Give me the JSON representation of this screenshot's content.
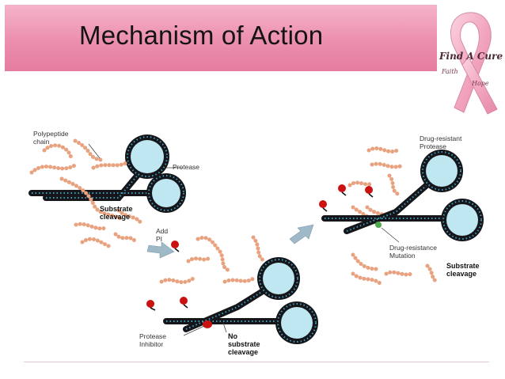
{
  "slide": {
    "title": "Mechanism of Action",
    "logo": {
      "name": "find-a-cure-ribbon-logo",
      "text_main": "Find A Cure",
      "text_left": "Faith",
      "text_right": "Hope",
      "ribbon_color": "#f2a7c0"
    },
    "title_bar_color": "#ec8fae"
  },
  "diagram": {
    "labels": {
      "polypeptide": "Polypeptide\nchain",
      "protease": "Protease",
      "substrate_cleavage_1": "Substrate\ncleavage",
      "add_pi": "Add\nPI",
      "protease_inhibitor": "Protease\nInhibitor",
      "no_substrate_cleavage": "No\nsubstrate\ncleavage",
      "drug_resistant_protease": "Drug-resistant\nProtease",
      "drug_resistance_mutation": "Drug-resistance\nMutation",
      "substrate_cleavage_2": "Substrate\ncleavage"
    },
    "colors": {
      "protease_body": "#16161a",
      "protease_dots": "#3f9fbf",
      "handle_fill": "#bfe7f2",
      "substrate": "#e8a27f",
      "inhibitor": "#cc1111",
      "mutation": "#4daa4d",
      "arrow": "#9fb9c8"
    }
  }
}
